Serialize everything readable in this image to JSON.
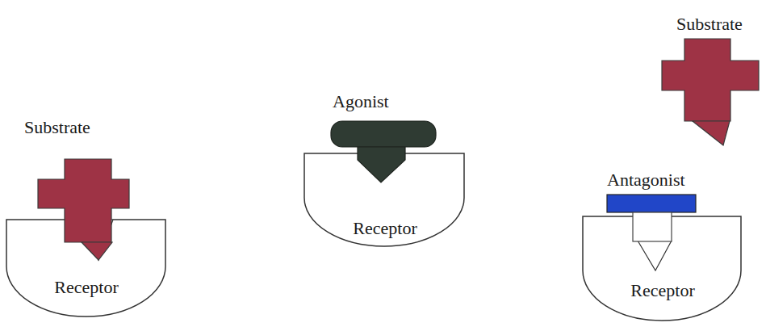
{
  "diagram": {
    "nodes": [
      {
        "text": [
          "Substrate"
        ]
      },
      {
        "text": [
          "Receptor"
        ]
      },
      {
        "text": [
          "Agonist"
        ]
      },
      {
        "text": [
          "Receptor"
        ]
      },
      {
        "text": [
          "Substrate"
        ]
      },
      {
        "text": [
          "Antagonist"
        ]
      },
      {
        "text": [
          "Receptor"
        ]
      }
    ]
  }
}
